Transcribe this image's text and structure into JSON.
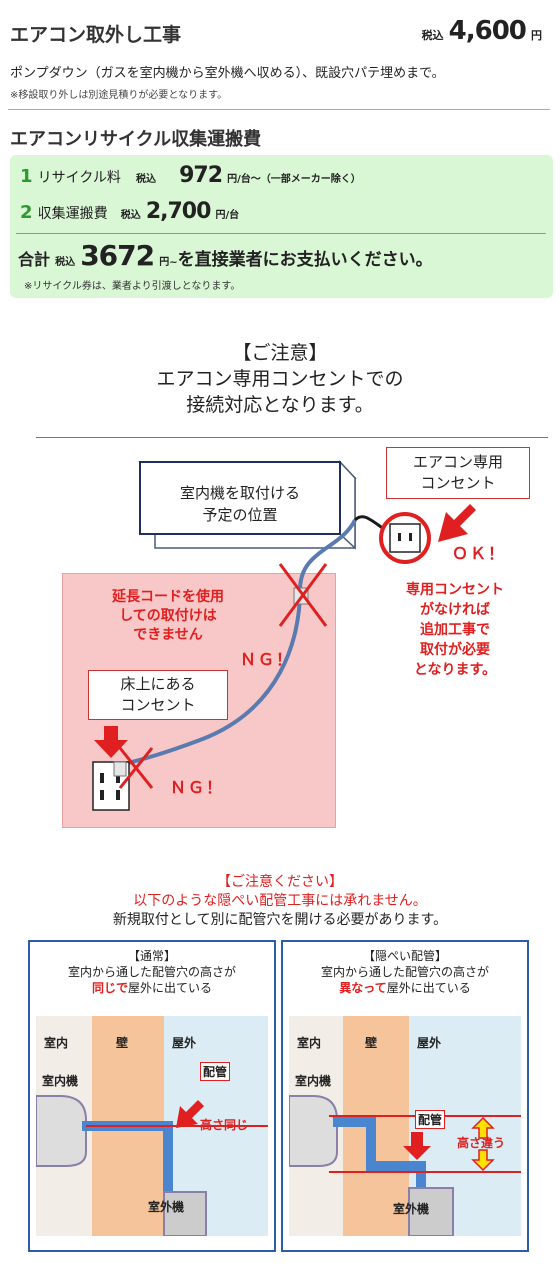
{
  "removal": {
    "title": "エアコン取外し工事",
    "tax_label": "税込",
    "price": "4,600",
    "yen": "円",
    "description": "ポンプダウン（ガスを室内機から室外機へ収める）、既設穴パテ埋めまで。",
    "note": "※移設取り外しは別途見積りが必要となります。"
  },
  "recycle": {
    "title": "エアコンリサイクル収集運搬費",
    "item1": {
      "num": "1",
      "label": "リサイクル料",
      "tax": "税込",
      "price": "972",
      "unit": "円/台～（一部メーカー除く）"
    },
    "item2": {
      "num": "2",
      "label": "収集運搬費",
      "tax": "税込",
      "price": "2,700",
      "unit": "円/台"
    },
    "total": {
      "label": "合計",
      "tax": "税込",
      "price": "3672",
      "suffix": "円~を直接業者にお支払いください。",
      "unit_small": "円~",
      "suffix_text": "を直接業者にお支払いください。"
    },
    "note": "※リサイクル券は、業者より引渡しとなります。"
  },
  "caution": {
    "line1": "【ご注意】",
    "line2": "エアコン専用コンセントでの",
    "line3": "接続対応となります。"
  },
  "diagram1": {
    "indoor_label_1": "室内機を取付ける",
    "indoor_label_2": "予定の位置",
    "outlet_label_1": "エアコン専用",
    "outlet_label_2": "コンセント",
    "ok": "ＯＫ！",
    "extension_1": "延長コードを使用",
    "extension_2": "しての取付けは",
    "extension_3": "できません",
    "ng1": "ＮＧ！",
    "floor_label_1": "床上にある",
    "floor_label_2": "コンセント",
    "ng2": "ＮＧ！",
    "dedicated_1": "専用コンセント",
    "dedicated_2": "がなければ",
    "dedicated_3": "追加工事で",
    "dedicated_4": "取付が必要",
    "dedicated_5": "となります。"
  },
  "warning2": {
    "line1": "【ご注意ください】",
    "line2": "以下のような隠ぺい配管工事には承れません。",
    "line3": "新規取付として別に配管穴を開ける必要があります。"
  },
  "panel_normal": {
    "title": "【通常】",
    "sub1": "室内から通した配管穴の高さが",
    "sub2_hl": "同じで",
    "sub2_rest": "屋外に出ている",
    "indoor": "室内",
    "wall": "壁",
    "outdoor": "屋外",
    "indoor_unit": "室内機",
    "pipe": "配管",
    "same_height": "高さ同じ",
    "outdoor_unit": "室外機"
  },
  "panel_hidden": {
    "title": "【隠ぺい配管】",
    "sub1": "室内から通した配管穴の高さが",
    "sub2_hl": "異なって",
    "sub2_rest": "屋外に出ている",
    "indoor": "室内",
    "wall": "壁",
    "outdoor": "屋外",
    "indoor_unit": "室内機",
    "pipe": "配管",
    "diff_height": "高さ違う",
    "outdoor_unit": "室外機"
  },
  "colors": {
    "red": "#e02020",
    "green_bg": "#d9f6d5",
    "pink_bg": "#f8c8c8",
    "wall": "#f6c49a",
    "outdoor_bg": "#dbecf4",
    "pipe": "#4a86d0",
    "panel_border": "#2a5ea8"
  }
}
